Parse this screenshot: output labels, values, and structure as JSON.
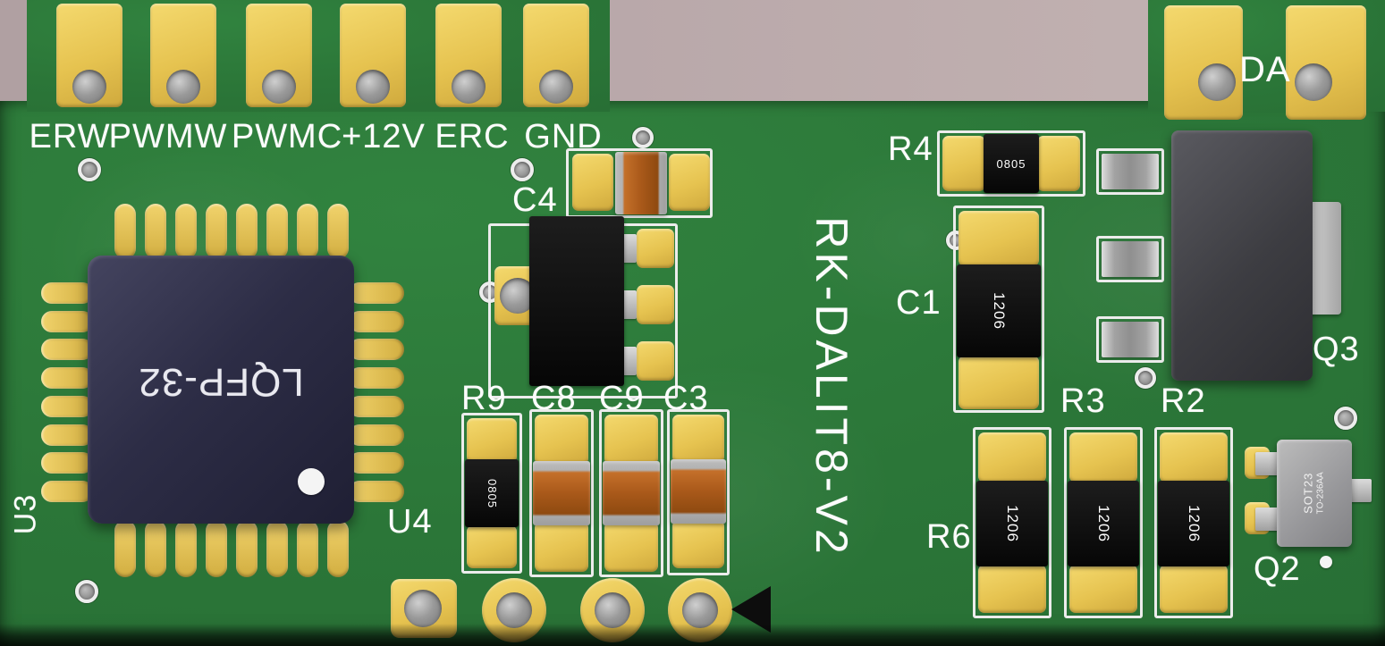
{
  "board": {
    "title": "RK-DALIT8-V2",
    "connectors": [
      "ERW",
      "PWMW",
      "PWMC",
      "+12V",
      "ERC",
      "GND"
    ],
    "refs": {
      "u3": "U3",
      "u4": "U4",
      "c4": "C4",
      "r9": "R9",
      "c8": "C8",
      "c9": "C9",
      "c3": "C3",
      "r4": "R4",
      "c1": "C1",
      "r3": "R3",
      "r2": "R2",
      "r6": "R6",
      "q3": "Q3",
      "q2": "Q2",
      "da": "DA"
    },
    "markings": {
      "chip": "LQFP-32",
      "r9": "0805",
      "r4": "0805",
      "c1": "1206",
      "r_small": "1206",
      "q2_line1": "SOT23",
      "q2_line2": "TO-236AA"
    },
    "colors": {
      "background_pink": "#b8a7a9",
      "board_green": "#2b7638",
      "pad_gold": "#e6c350",
      "silkscreen_white": "#fcfcfc",
      "component_black": "#101010",
      "capacitor_orange": "#a9591a",
      "package_dark_gray": "#3d3d42",
      "package_light_gray": "#97979a",
      "chip_navy": "#2d2d46"
    }
  }
}
